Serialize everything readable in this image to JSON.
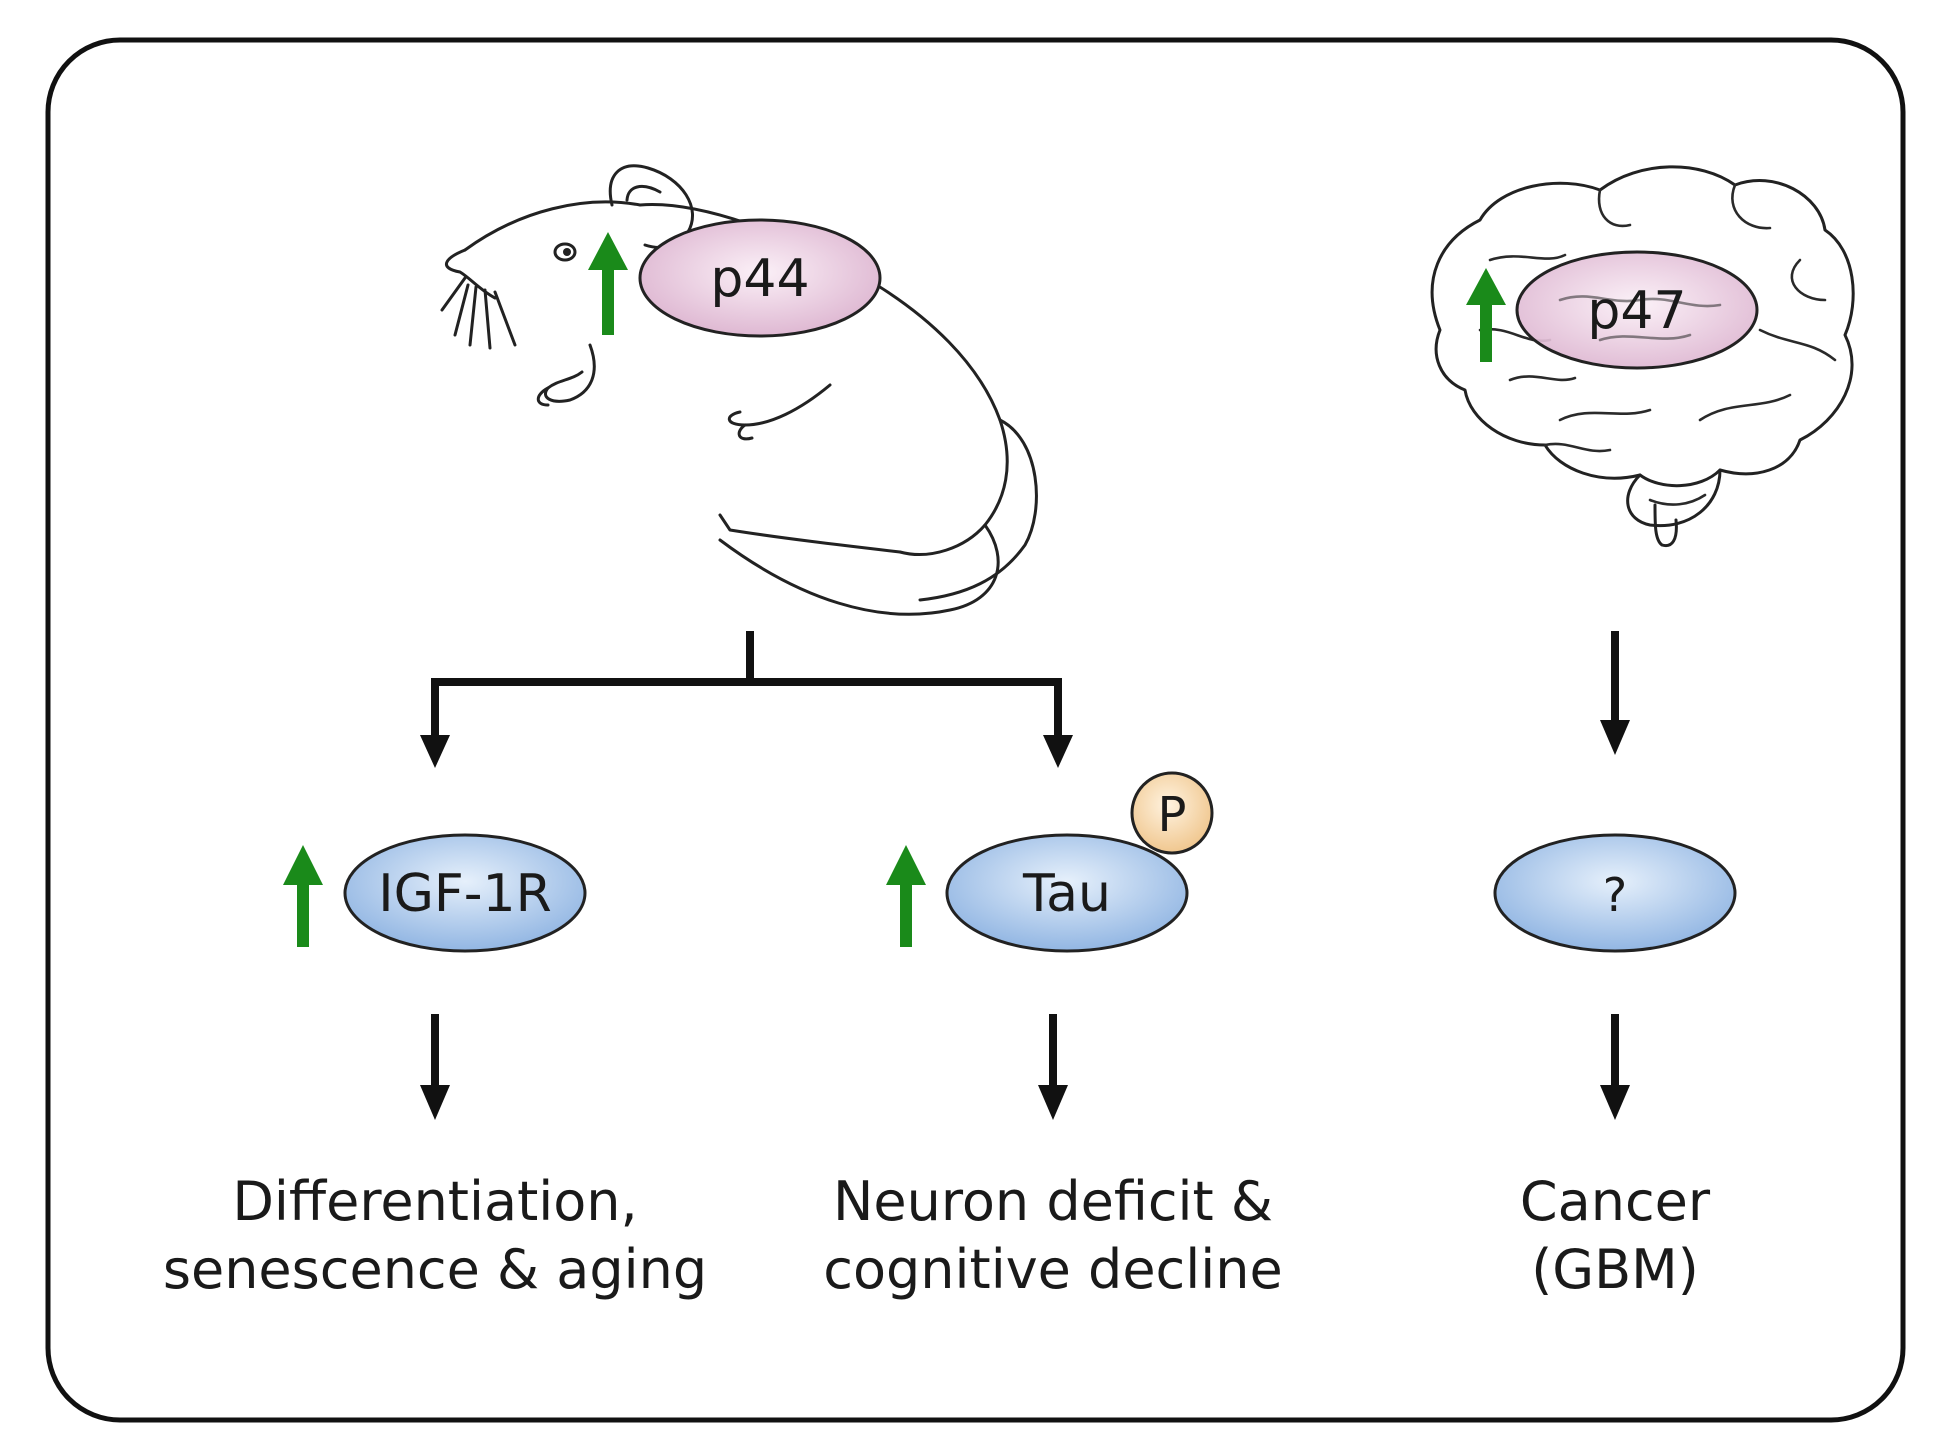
{
  "diagram": {
    "mouse_protein": "p44",
    "brain_protein": "p47",
    "targets": {
      "igf": "IGF-1R",
      "tau": "Tau",
      "tau_mod": "P",
      "unknown": "?"
    },
    "outcomes": {
      "left": [
        "Differentiation,",
        "senescence & aging"
      ],
      "middle": [
        "Neuron deficit &",
        "cognitive decline"
      ],
      "right": [
        "Cancer",
        "(GBM)"
      ]
    }
  },
  "colors": {
    "up_arrow": "#1a8a1a",
    "protein_fill": "#eccfe3",
    "target_fill": "#a9c9ee",
    "phospho_fill": "#f7d9ad",
    "flow": "#111111",
    "frame": "#111111"
  },
  "icons": [
    "mouse-illustration",
    "brain-illustration",
    "up-arrow-icon",
    "down-arrow-icon"
  ]
}
